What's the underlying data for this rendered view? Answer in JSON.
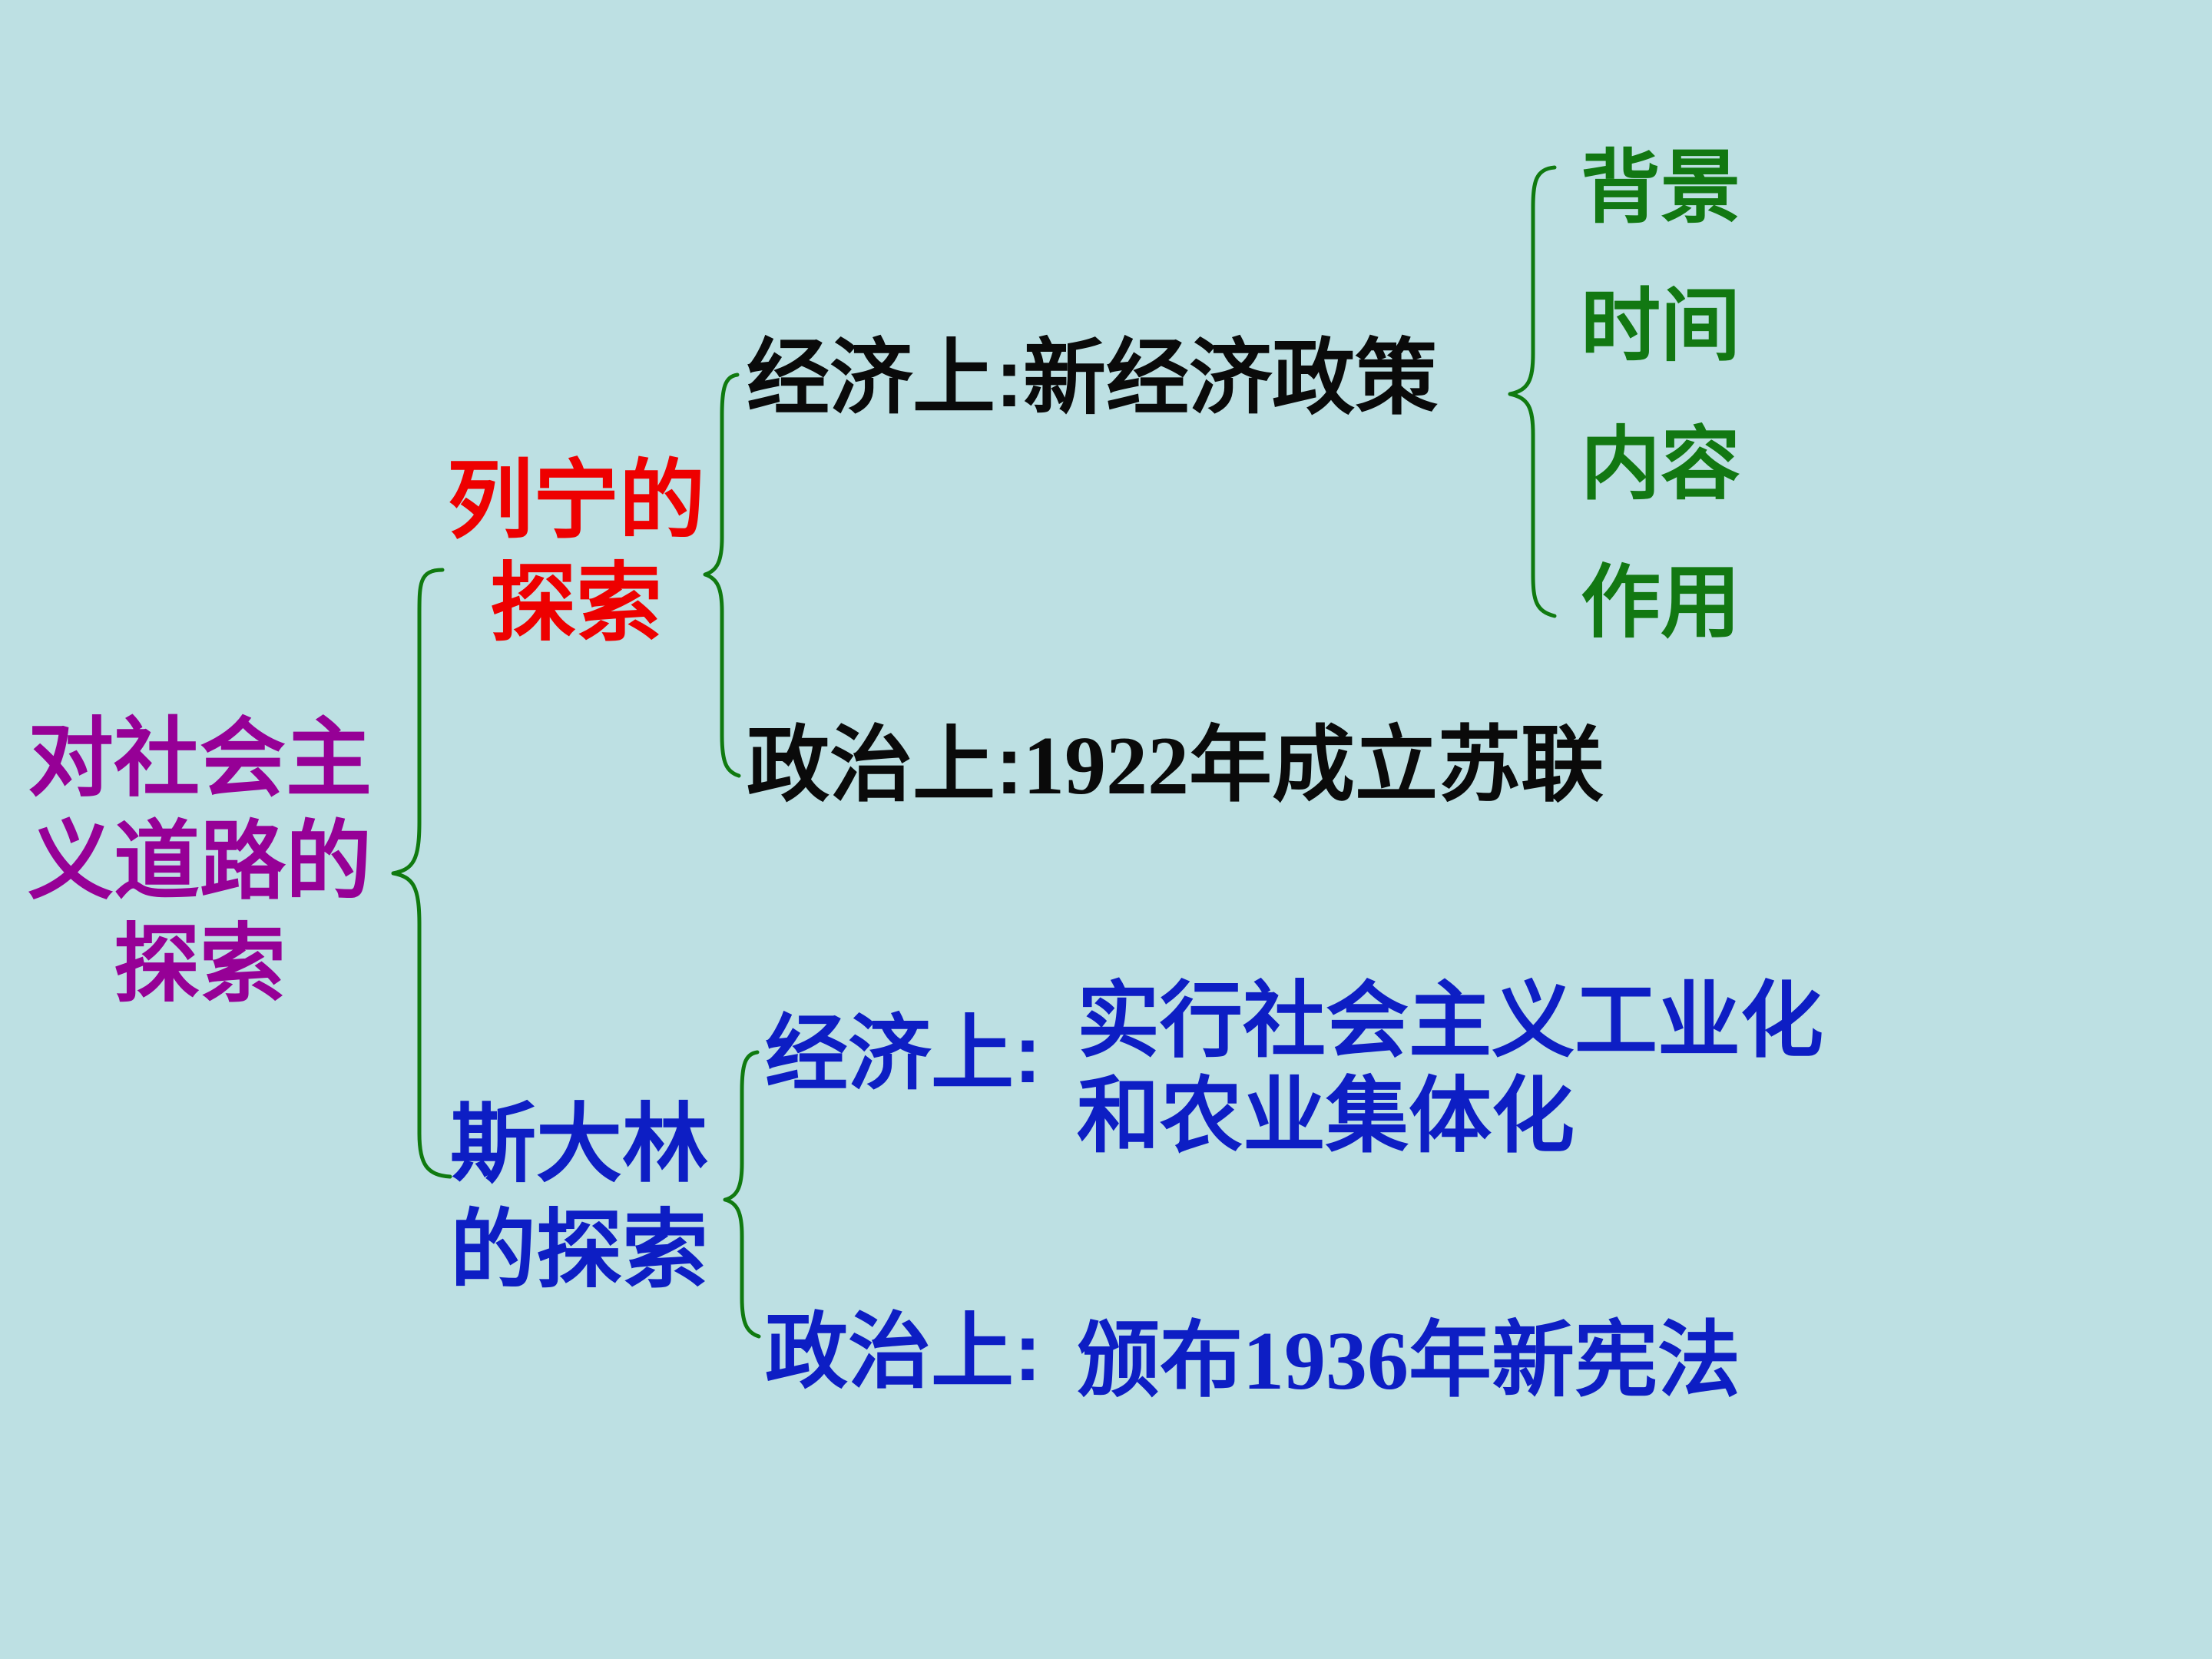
{
  "colors": {
    "background": "#bde0e3",
    "brace": "#107a10",
    "root": "#960096",
    "lenin": "#ee0000",
    "stalin": "#0d1ec4",
    "black": "#0a0a0a",
    "aspects": "#127812"
  },
  "root": {
    "line1": "对社会主",
    "line2": "义道路的",
    "line3": "探索"
  },
  "lenin": {
    "line1": "列宁的",
    "line2": "探索",
    "economy": {
      "label": "经济上",
      "colon": ":",
      "value": "新经济政策",
      "aspects": [
        "背景",
        "时间",
        "内容",
        "作用"
      ]
    },
    "politics": {
      "label": "政治上",
      "colon": ":",
      "year": "1922",
      "value": "年成立苏联"
    }
  },
  "stalin": {
    "line1": "斯大林",
    "line2": "的探索",
    "economy": {
      "label": "经济上",
      "colon": ":",
      "value_line1": "实行社会主义工业化",
      "value_line2": "和农业集体化"
    },
    "politics": {
      "label": "政治上",
      "colon": ":",
      "prefix": "颁布",
      "year": "1936",
      "value": "年新宪法"
    }
  }
}
